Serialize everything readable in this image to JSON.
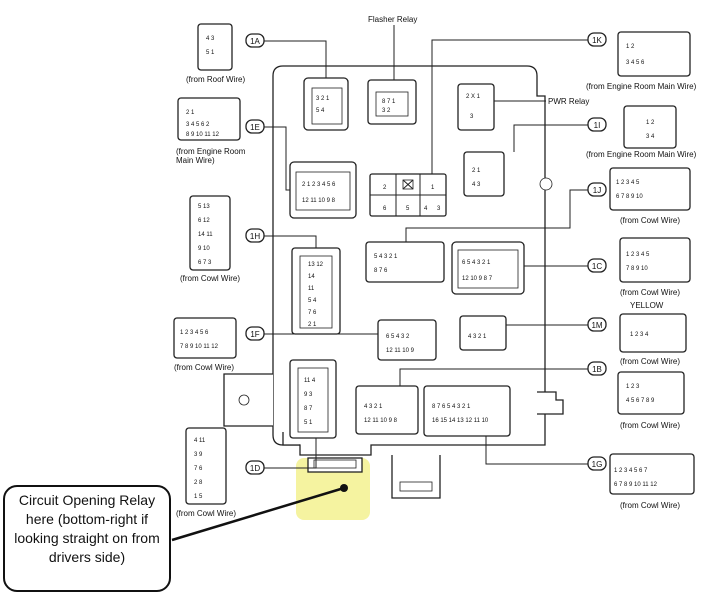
{
  "relays": {
    "flasher": "Flasher Relay",
    "pwr": "PWR Relay"
  },
  "connectors": {
    "1A": {
      "id": "1A",
      "source": "(from Roof Wire)"
    },
    "1E": {
      "id": "1E",
      "source": "(from Engine Room Main Wire)"
    },
    "1H": {
      "id": "1H",
      "source": "(from Cowl Wire)"
    },
    "1F": {
      "id": "1F",
      "source": "(from Cowl Wire)"
    },
    "1D": {
      "id": "1D",
      "source": "(from Cowl Wire)"
    },
    "1K": {
      "id": "1K",
      "source": "(from Engine Room Main Wire)"
    },
    "1I": {
      "id": "1I",
      "source": "(from Engine Room Main Wire)"
    },
    "1J": {
      "id": "1J",
      "source": "(from Cowl Wire)"
    },
    "1C": {
      "id": "1C",
      "source": "(from Cowl Wire)"
    },
    "1M": {
      "id": "1M",
      "source": "(from Cowl Wire)",
      "color_note": "YELLOW"
    },
    "1B": {
      "id": "1B",
      "source": "(from Cowl Wire)"
    },
    "1G": {
      "id": "1G",
      "source": "(from Cowl Wire)"
    }
  },
  "relay_pins": {
    "main_relay": [
      "2",
      "1",
      "6",
      "5",
      "4",
      "3"
    ]
  },
  "callout": {
    "text": "Circuit Opening Relay here (bottom-right if looking straight on from drivers side)"
  },
  "colors": {
    "line": "#222222",
    "highlight": "#f5f3a0"
  }
}
